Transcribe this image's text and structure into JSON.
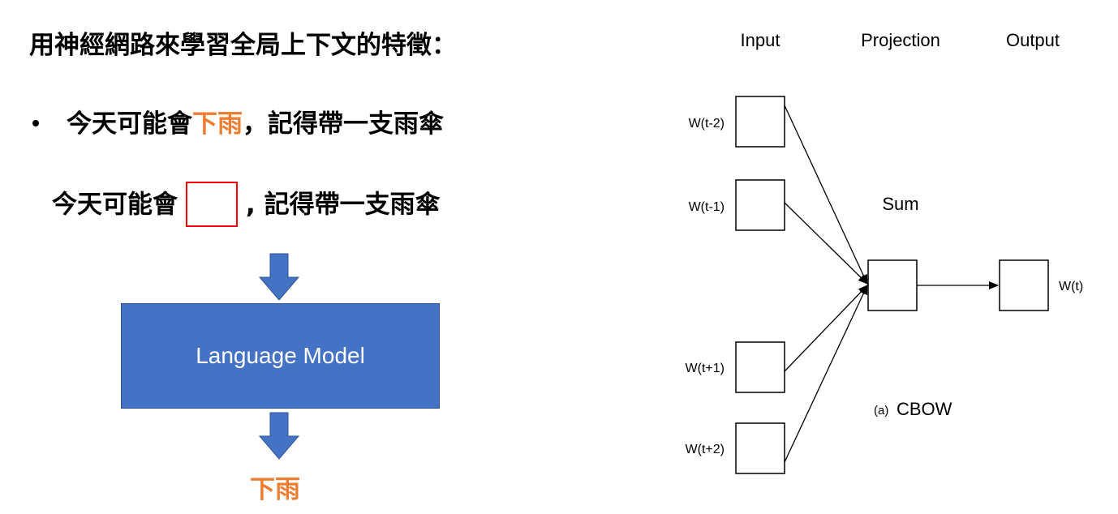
{
  "left_panel": {
    "heading": "用神經網路來學習全局上下文的特徵：",
    "example": {
      "before": "今天可能會",
      "highlight": "下雨",
      "after": "，記得帶一支雨傘"
    },
    "masked": {
      "before": "今天可能會",
      "after": ", 記得帶一支雨傘"
    },
    "model_label": "Language Model",
    "prediction": "下雨"
  },
  "diagram": {
    "column_headers": {
      "input": "Input",
      "projection": "Projection",
      "output": "Output"
    },
    "input_words": [
      "W(t-2)",
      "W(t-1)",
      "W(t+1)",
      "W(t+2)"
    ],
    "projection_label": "Sum",
    "output_word": "W(t)",
    "caption_tag": "(a)",
    "caption_title": "CBOW"
  },
  "colors": {
    "highlight": "#ED7D31",
    "model_fill": "#4472C4",
    "mask_border": "#FF0000"
  }
}
